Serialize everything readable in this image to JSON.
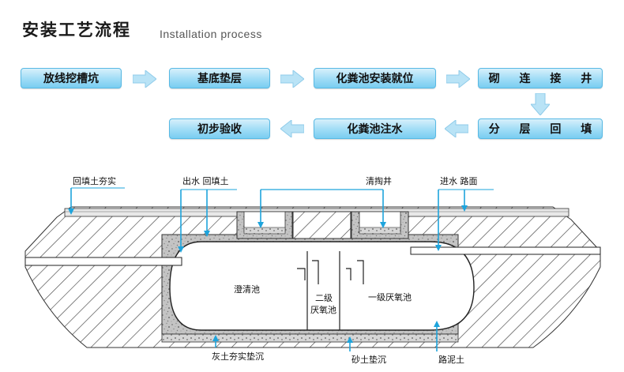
{
  "header": {
    "title_cn": "安装工艺流程",
    "title_en": "Installation process"
  },
  "process": {
    "steps": [
      "放线挖槽坑",
      "基底垫层",
      "化粪池安装就位",
      "砌 连 接 井",
      "分 层 回 填",
      "化粪池注水",
      "初步验收"
    ]
  },
  "diagram": {
    "labels": {
      "backfill_compact": "回填土夯实",
      "outlet_backfill": "出水 回填土",
      "cleanout_well": "清掏井",
      "inlet_road": "进水  路面",
      "clarifier": "澄清池",
      "secondary_anaerobic_1": "二级",
      "secondary_anaerobic_2": "厌氧池",
      "primary_anaerobic": "一级厌氧池",
      "lime_soil_base": "灰土夯实垫沉",
      "sand_soil_base": "砂土垫沉",
      "road_mud": "路泥土"
    }
  },
  "colors": {
    "accent": "#1ea4dc",
    "step_fill": "#9fdcf6",
    "arrow_fill": "#b9e3f6",
    "concrete": "#c9c9c9",
    "hatch": "#444444"
  }
}
